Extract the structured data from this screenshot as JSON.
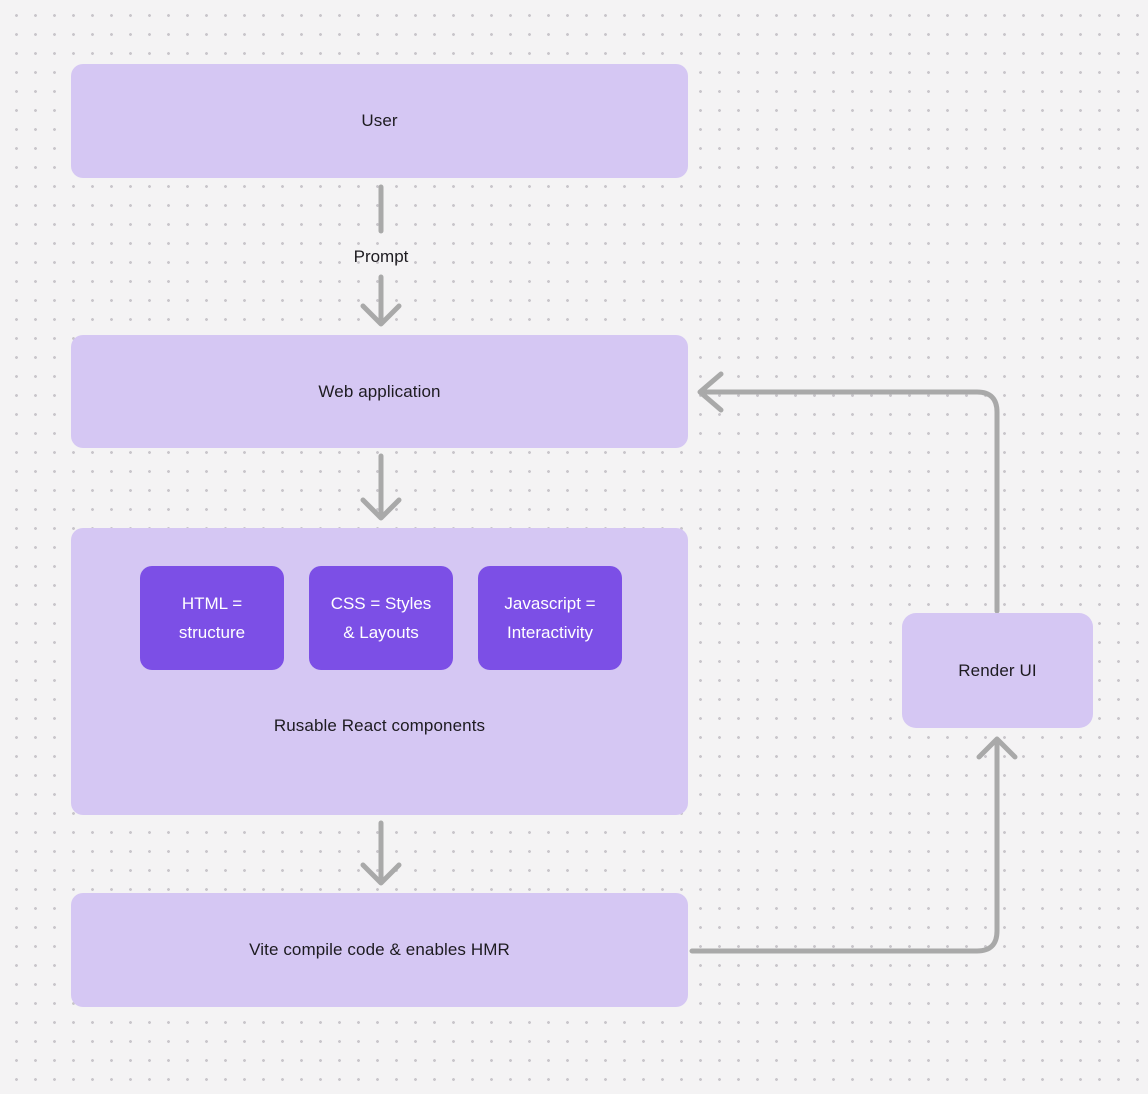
{
  "diagram": {
    "nodes": {
      "user": {
        "label": "User"
      },
      "web_application": {
        "label": "Web application"
      },
      "components_group": {
        "label": "Rusable React components"
      },
      "html": {
        "label": "HTML = structure"
      },
      "css": {
        "label": "CSS = Styles & Layouts"
      },
      "javascript": {
        "label": "Javascript = Interactivity"
      },
      "vite": {
        "label": "Vite compile code & enables HMR"
      },
      "render_ui": {
        "label": "Render UI"
      }
    },
    "edges": {
      "user_to_web_application": {
        "label": "Prompt",
        "direction": "down"
      },
      "web_application_to_components": {
        "label": "",
        "direction": "down"
      },
      "components_to_vite": {
        "label": "",
        "direction": "down"
      },
      "vite_to_render_ui": {
        "label": "",
        "direction": "right-then-up"
      },
      "render_ui_to_web_application": {
        "label": "",
        "direction": "up-then-left"
      }
    },
    "colors": {
      "background": "#f4f3f4",
      "grid_dot": "#c9c6cb",
      "node_light": "#d5c7f3",
      "node_dark": "#7c4fe6",
      "arrow": "#a9a9a9",
      "text_dark": "#1d1b20",
      "text_light": "#ffffff"
    }
  }
}
